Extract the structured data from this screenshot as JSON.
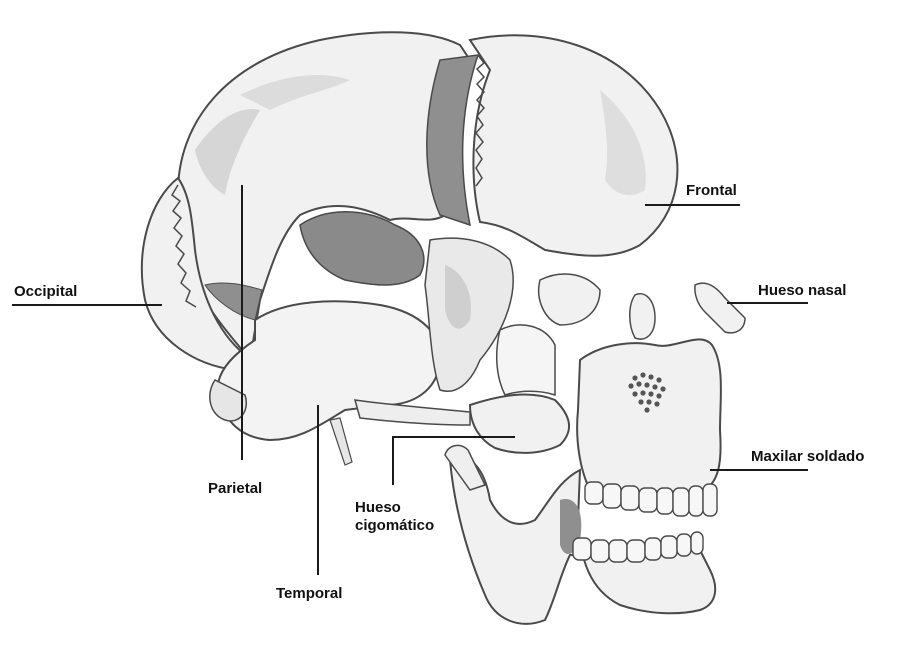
{
  "diagram": {
    "labels": {
      "frontal": "Frontal",
      "occipital": "Occipital",
      "hueso_nasal": "Hueso nasal",
      "parietal": "Parietal",
      "maxilar_soldado": "Maxilar soldado",
      "hueso_cigomatico_line1": "Hueso",
      "hueso_cigomatico_line2": "cigomático",
      "temporal": "Temporal"
    },
    "colors": {
      "bone_fill": "#f1f1f1",
      "bone_shadow": "#d2d2d2",
      "cavity_dark": "#8f8f8f",
      "outline": "#4a4a4a",
      "leader_line": "#1a1a1a"
    }
  }
}
